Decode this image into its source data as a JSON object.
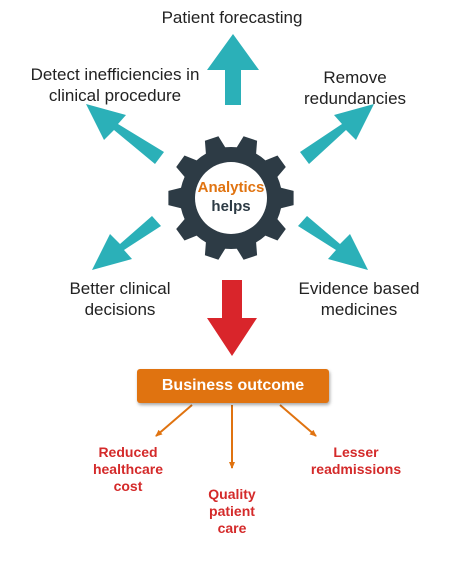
{
  "center": {
    "line1": "Analytics",
    "line2": "helps"
  },
  "benefits": {
    "top": "Patient forecasting",
    "upper_left": [
      "Detect inefficiencies in",
      "clinical procedure"
    ],
    "upper_right": [
      "Remove",
      "redundancies"
    ],
    "lower_left": [
      "Better clinical",
      "decisions"
    ],
    "lower_right": [
      "Evidence based",
      "medicines"
    ]
  },
  "outcome": {
    "title": "Business outcome",
    "items": [
      [
        "Reduced",
        "healthcare",
        "cost"
      ],
      [
        "Quality",
        "patient",
        "care"
      ],
      [
        "Lesser",
        "readmissions"
      ]
    ]
  },
  "colors": {
    "teal_arrow": "#2bb0b8",
    "gear": "#2d3b45",
    "red_arrow": "#d9252b",
    "orange": "#e07310",
    "outcome_text": "#d42a2a",
    "label_text": "#222222"
  }
}
